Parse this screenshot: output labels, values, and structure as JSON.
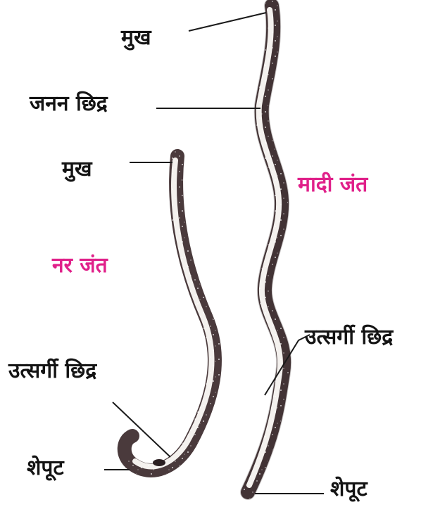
{
  "colors": {
    "worm_body": "#4a3a3c",
    "worm_highlight": "#f4f1ee",
    "pointer_line": "#1a1a1a",
    "label_text": "#141414",
    "title_text": "#e0218a"
  },
  "female": {
    "title": "मादी जंत",
    "mouth": "मुख",
    "genital_pore": "जनन छिद्र",
    "excretory_pore": "उत्सर्गी छिद्र",
    "tail": "शेपूट"
  },
  "male": {
    "title": "नर जंत",
    "mouth": "मुख",
    "excretory_pore": "उत्सर्गी छिद्र",
    "tail": "शेपूट"
  }
}
